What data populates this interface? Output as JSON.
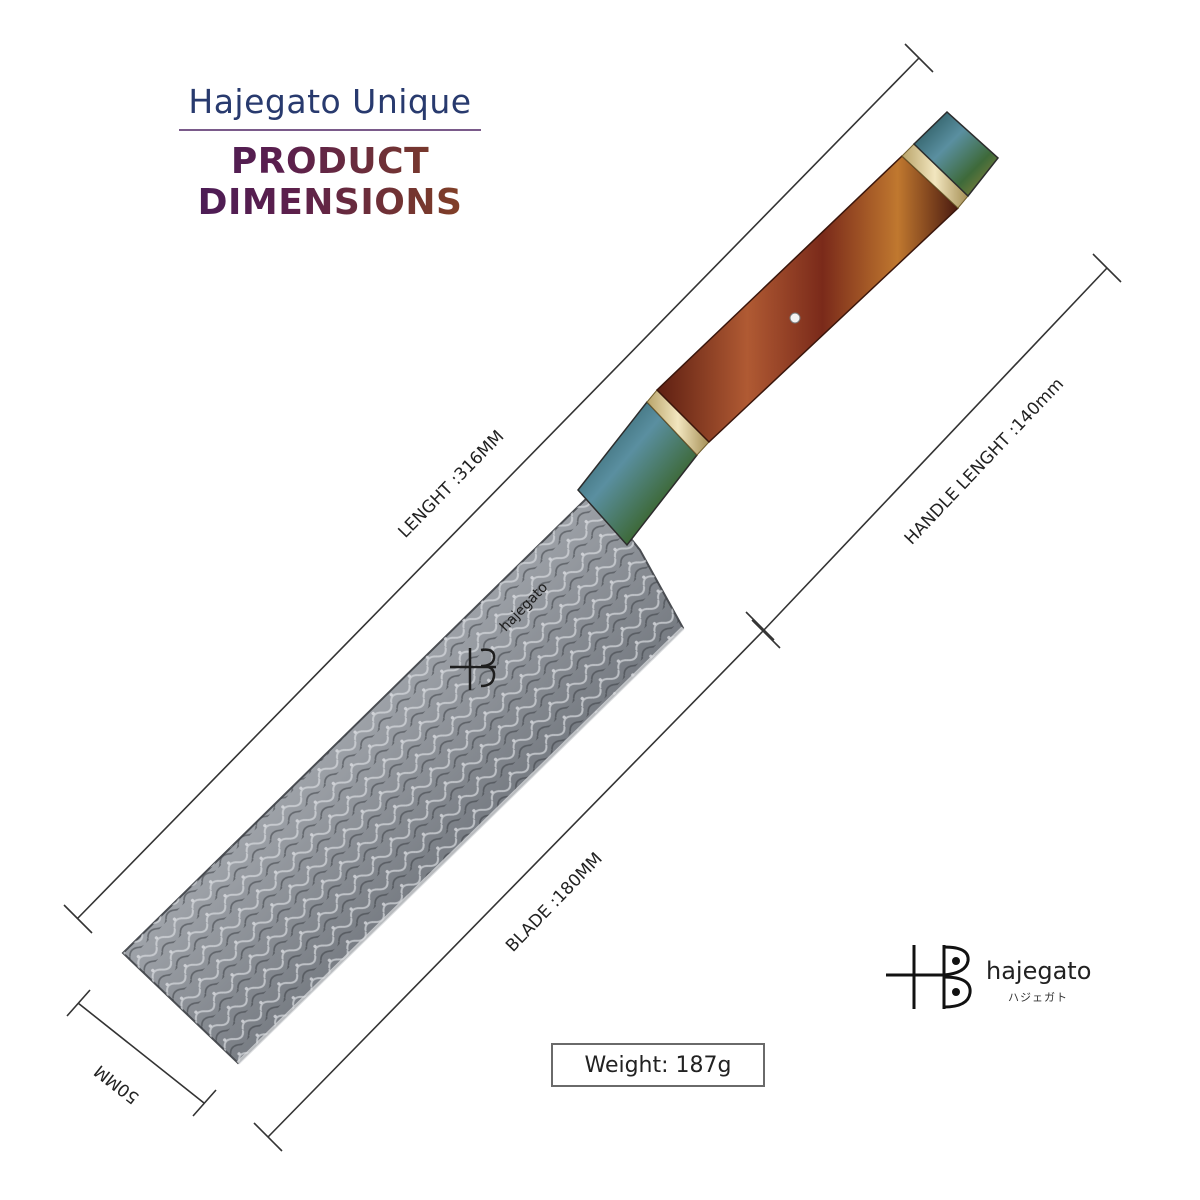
{
  "header": {
    "subtitle": "Hajegato Unique",
    "title": "PRODUCT DIMENSIONS"
  },
  "dimensions": {
    "total_length": "LENGHT :316MM",
    "handle_length": "HANDLE LENGHT :140mm",
    "blade_length": "BLADE :180MM",
    "blade_height": "50MM"
  },
  "weight": {
    "label": "Weight: 187g"
  },
  "blade_etch": {
    "brand": "hajegato"
  },
  "logo": {
    "wordmark": "hajegato",
    "katakana": "ハジェガト"
  },
  "colors": {
    "dimension_line": "#333333",
    "blade_steel": "#8a8e94",
    "handle_wood": "#8a3a22",
    "handle_stabilized": "#2f5a5a",
    "spacer_brass": "#d8c48a"
  }
}
